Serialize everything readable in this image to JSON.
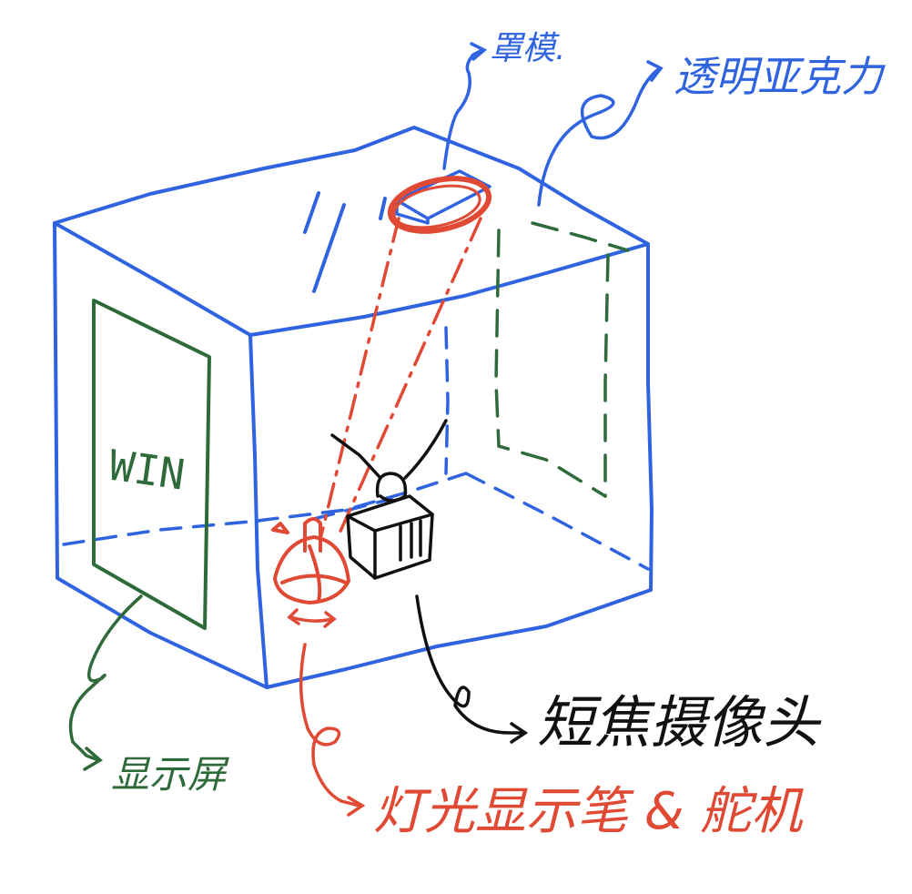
{
  "colors": {
    "blue": "#2f63e0",
    "green": "#2f6b3a",
    "red": "#e04a34",
    "black": "#111111"
  },
  "labels": {
    "screen_text": "WIN",
    "camera_module_label": "罩模.",
    "acrylic_label": "透明亚克力",
    "display_label": "显示屏",
    "short_focus_camera_label": "短焦摄像头",
    "laser_pointer_servo_label": "灯光显示笔 & 舵机"
  }
}
